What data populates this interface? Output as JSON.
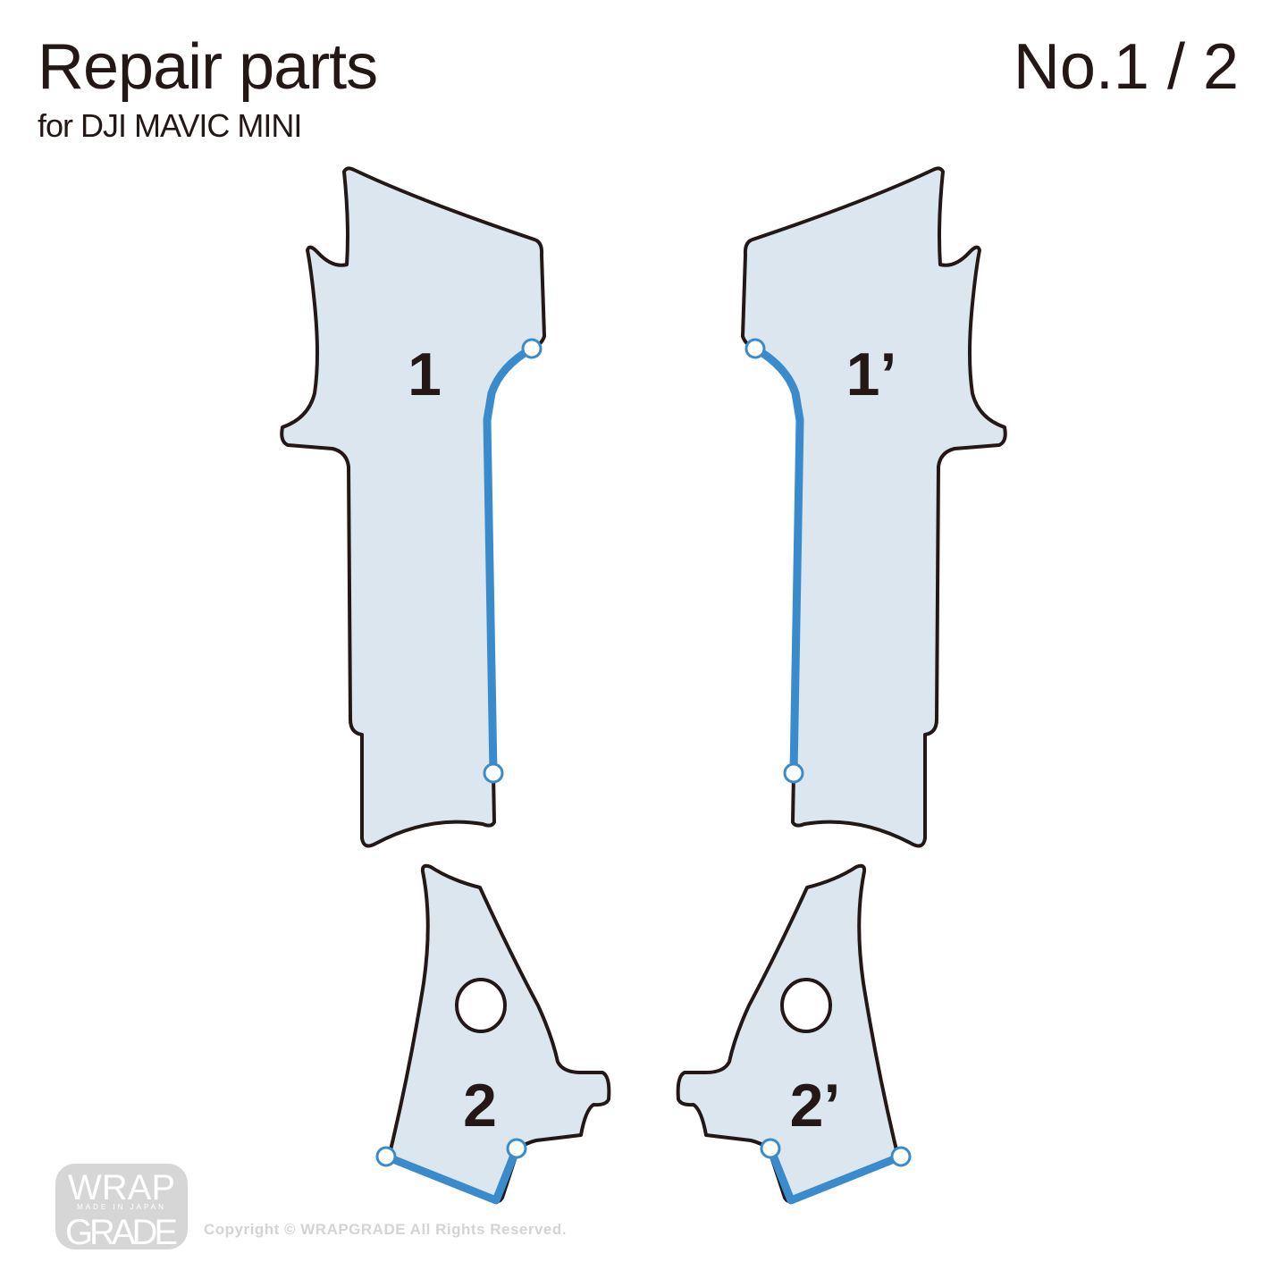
{
  "header": {
    "title": "Repair parts",
    "subtitle": "for DJI MAVIC MINI",
    "page_number": "No.1 / 2"
  },
  "parts": [
    {
      "label": "1"
    },
    {
      "label": "1’"
    },
    {
      "label": "2"
    },
    {
      "label": "2’"
    }
  ],
  "colors": {
    "fill": "#dce6ee",
    "outline": "#231815",
    "accent": "#3a8bcb"
  },
  "footer": {
    "logo_text": "WRAP GRADE MADE IN JAPAN",
    "copyright": "Copyright © WRAPGRADE All Rights Reserved."
  }
}
